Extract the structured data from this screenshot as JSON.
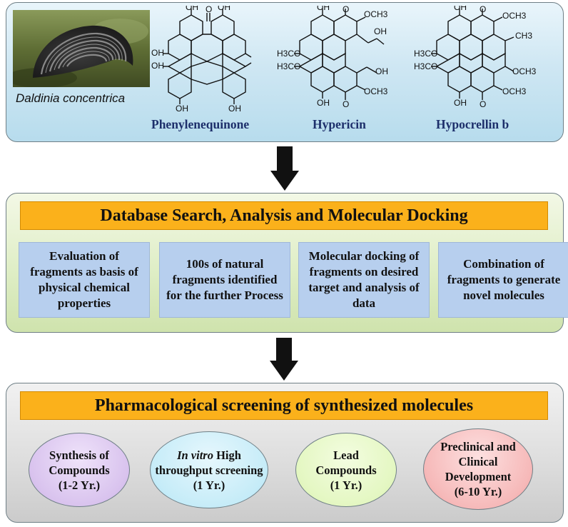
{
  "top": {
    "caption": "Daldinia concentrica",
    "compounds": [
      "Phenylenequinone",
      "Hypericin",
      "Hypocrellin b"
    ],
    "labels": {
      "oh": "OH",
      "o": "O",
      "och3": "OCH3",
      "h3co": "H3CO",
      "ch3": "CH3"
    }
  },
  "middle": {
    "title": "Database Search, Analysis and Molecular Docking",
    "steps": [
      "Evaluation of fragments as basis of physical chemical properties",
      "100s of natural fragments identified for the further Process",
      "Molecular docking of fragments on desired target and analysis of data",
      "Combination of fragments  to generate novel molecules"
    ]
  },
  "bottom": {
    "title": "Pharmacological screening of synthesized molecules",
    "stages": [
      {
        "line1": "Synthesis of",
        "line2": "Compounds",
        "line3": "(1-2 Yr.)"
      },
      {
        "italic": "In vitro",
        "rest": " High throughput screening",
        "duration": "(1 Yr.)"
      },
      {
        "line1": "Lead",
        "line2": "Compounds",
        "line3": "(1 Yr.)"
      },
      {
        "line1": "Preclinical and Clinical Development",
        "line3": "(6-10 Yr.)"
      }
    ]
  },
  "colors": {
    "banner": "#fbb11b",
    "step_box": "#b7cfee",
    "stage_purple": "#d9c3ee",
    "stage_cyan": "#c6ecf8",
    "stage_green": "#e4f7c2",
    "stage_red": "#f6b9b9"
  }
}
